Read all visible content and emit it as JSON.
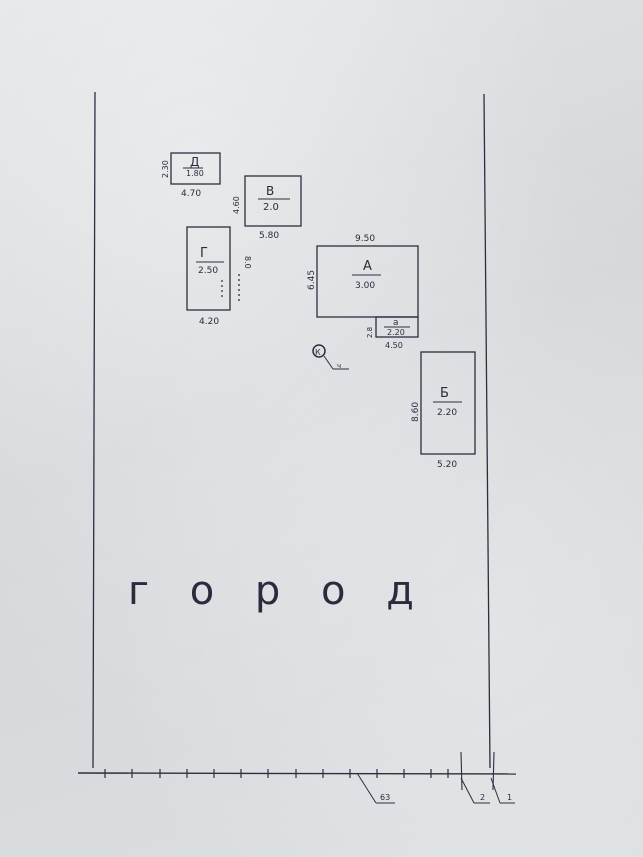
{
  "buildings": {
    "d": {
      "letter": "Д",
      "area": "1.80",
      "width": "4.70",
      "height": "2.30"
    },
    "v": {
      "letter": "В",
      "area": "2.0",
      "width": "5.80",
      "height": "4.60"
    },
    "g": {
      "letter": "Г",
      "area": "2.50",
      "width": "4.20",
      "height": "8.0"
    },
    "a": {
      "letter": "А",
      "area": "3.00",
      "width": "9.50",
      "height": "6.45"
    },
    "a1": {
      "letter": "а",
      "area": "2.20",
      "width": "4.50",
      "height": "2.8"
    },
    "b": {
      "letter": "Б",
      "area": "2.20",
      "width": "5.20",
      "height": "8.60"
    }
  },
  "well": {
    "letter": "К",
    "note": "ч"
  },
  "garden_label": "г о р о д",
  "dimensions": {
    "bottom": "63",
    "right_a": "2",
    "right_b": "1"
  }
}
